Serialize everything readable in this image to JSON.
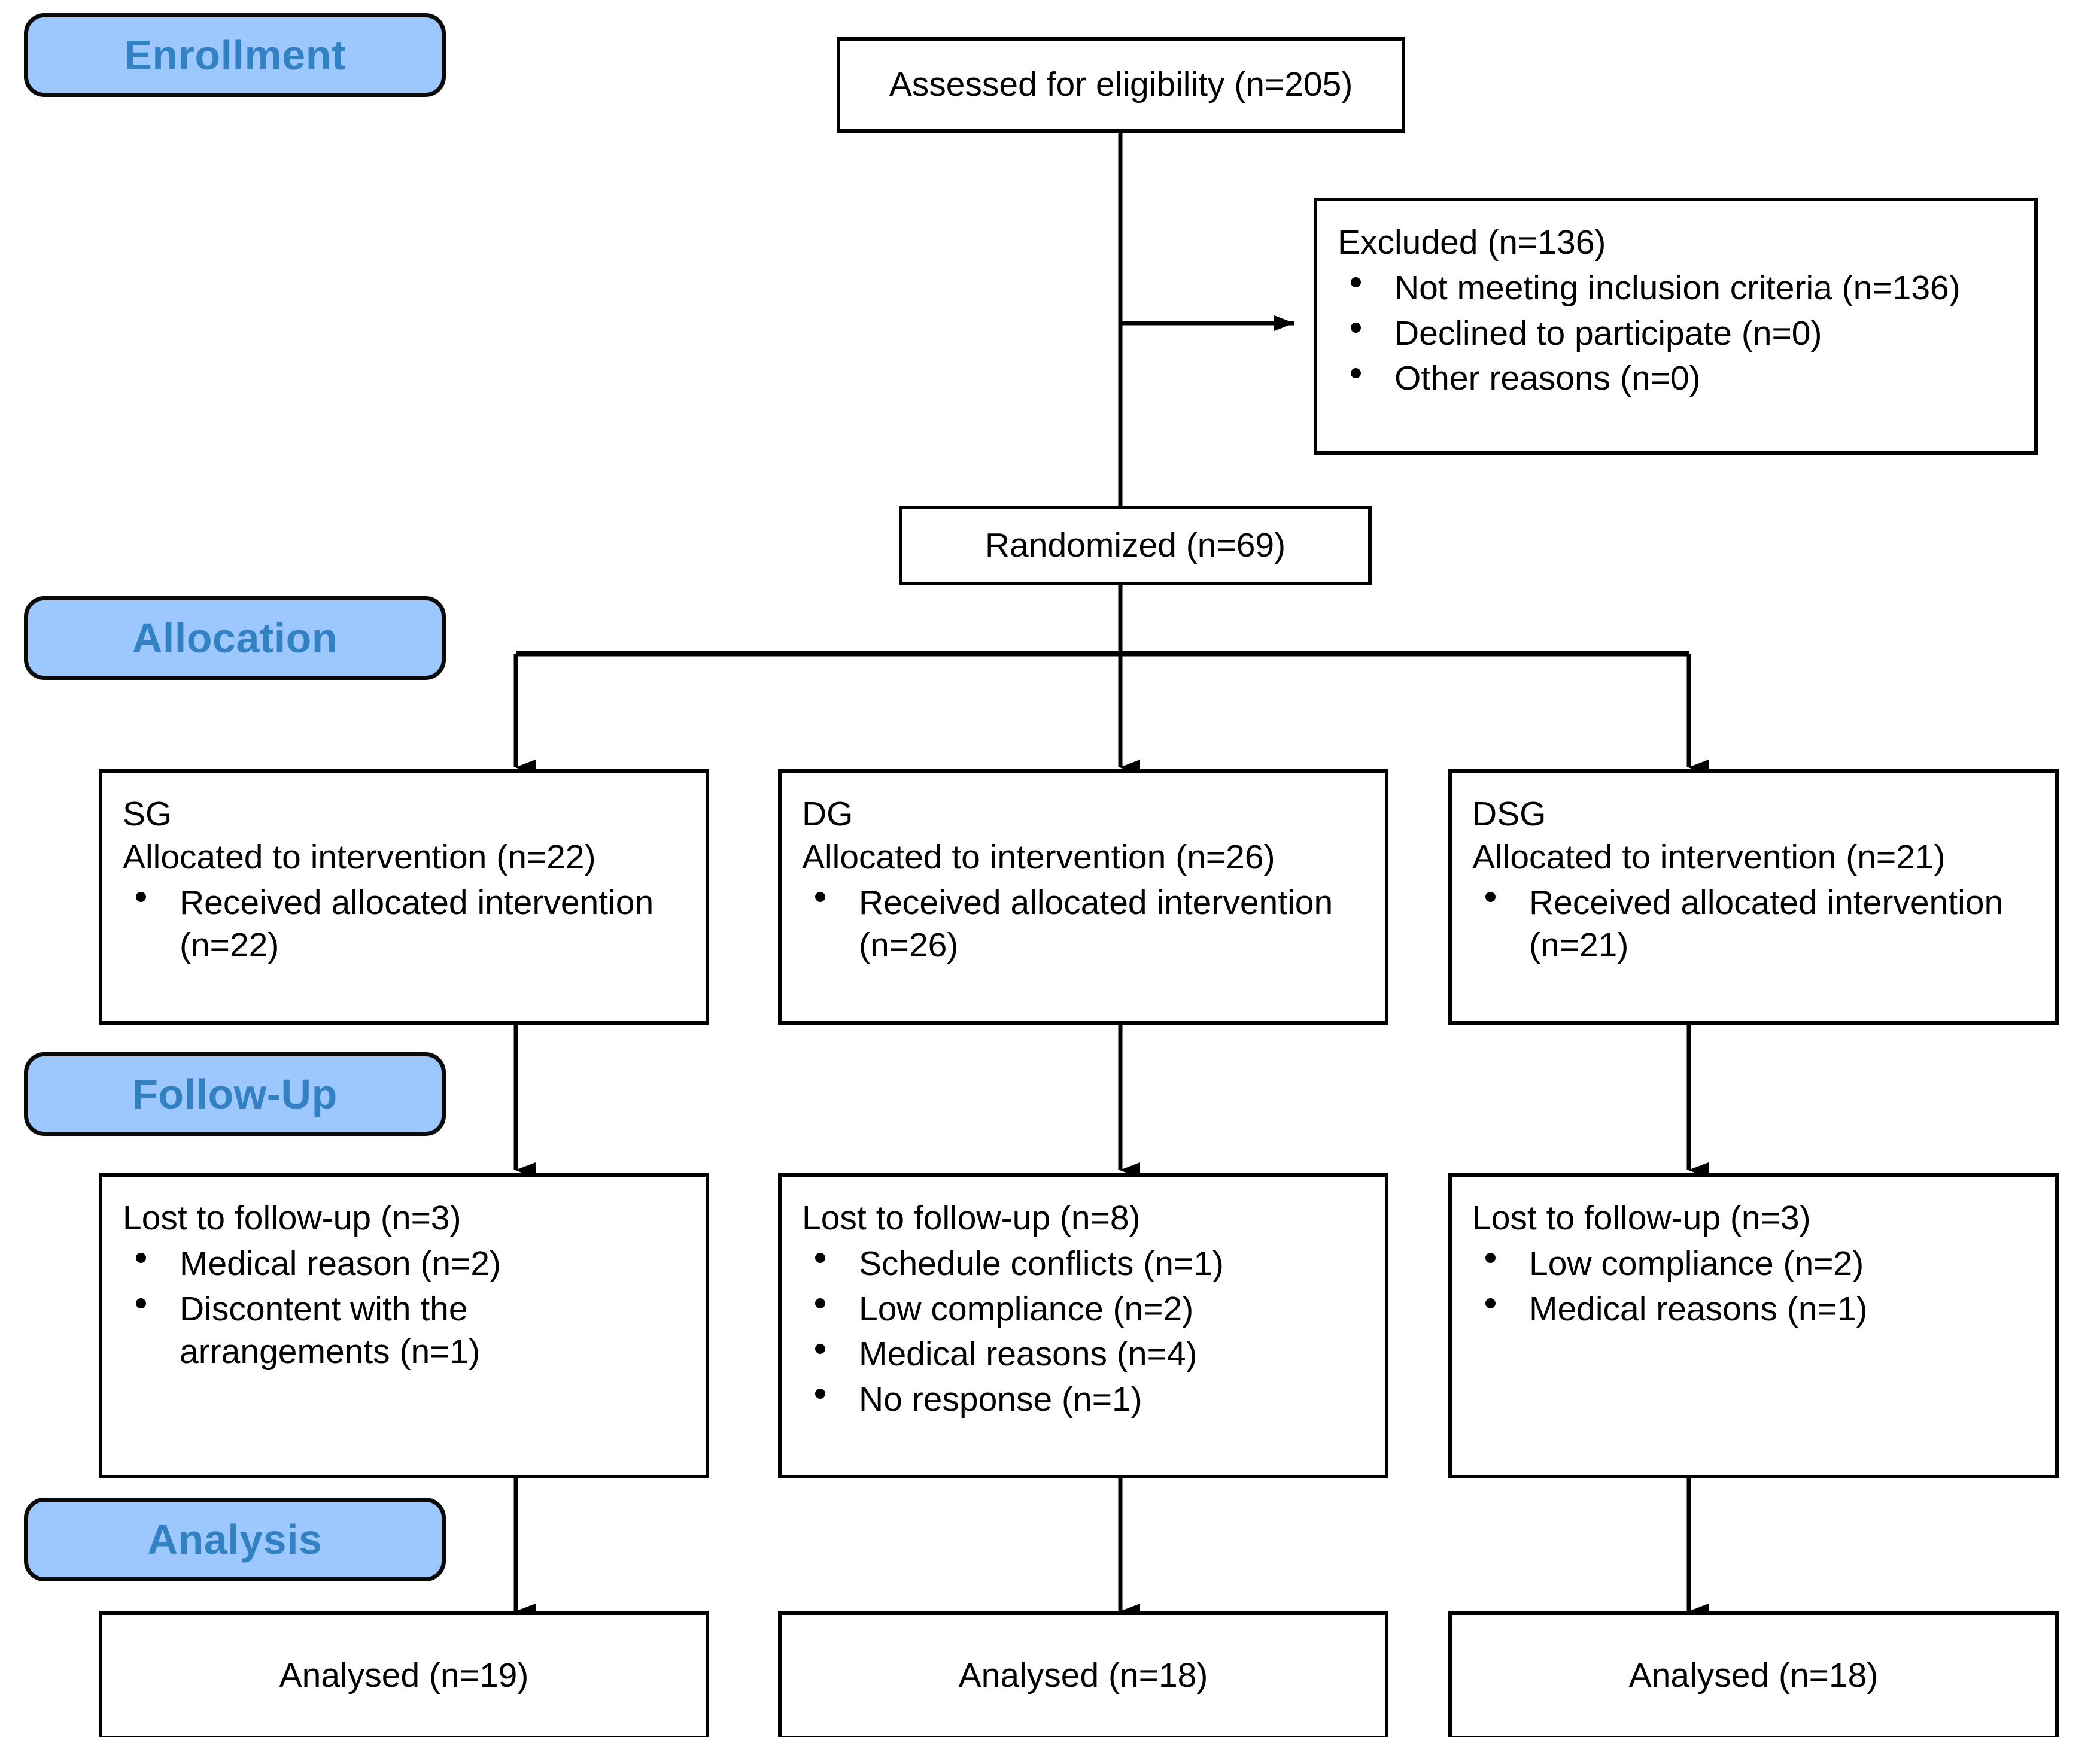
{
  "diagram": {
    "type": "consort-flow-diagram",
    "title": "CONSORT participant flow",
    "colors": {
      "stage_badge_fill": "#9CC8FF",
      "stage_badge_border": "#000000",
      "stage_badge_text": "#3181C3",
      "box_border": "#000000",
      "box_fill": "#FFFFFF",
      "connector": "#000000"
    }
  },
  "stages": {
    "enrollment": "Enrollment",
    "allocation": "Allocation",
    "followup": "Follow-Up",
    "analysis": "Analysis"
  },
  "enrollment": {
    "assessed": "Assessed for eligibility (n=205)",
    "excluded": {
      "heading": "Excluded (n=136)",
      "reasons": [
        "Not meeting inclusion criteria (n=136)",
        "Declined to participate (n=0)",
        "Other reasons (n=0)"
      ]
    },
    "randomized": "Randomized (n=69)"
  },
  "arms": [
    {
      "group": "SG",
      "allocation": {
        "group_label": "SG",
        "allocated": "Allocated to intervention (n=22)",
        "bullets": [
          "Received allocated intervention (n=22)"
        ]
      },
      "followup": {
        "heading": "Lost to follow-up (n=3)",
        "reasons": [
          "Medical reason (n=2)",
          "Discontent with the arrangements (n=1)"
        ]
      },
      "analysis": "Analysed (n=19)"
    },
    {
      "group": "DG",
      "allocation": {
        "group_label": "DG",
        "allocated": "Allocated to intervention (n=26)",
        "bullets": [
          "Received allocated intervention (n=26)"
        ]
      },
      "followup": {
        "heading": "Lost to follow-up (n=8)",
        "reasons": [
          "Schedule conflicts (n=1)",
          "Low compliance (n=2)",
          "Medical reasons (n=4)",
          "No response (n=1)"
        ]
      },
      "analysis": "Analysed (n=18)"
    },
    {
      "group": "DSG",
      "allocation": {
        "group_label": "DSG",
        "allocated": "Allocated to intervention (n=21)",
        "bullets": [
          "Received allocated intervention (n=21)"
        ]
      },
      "followup": {
        "heading": "Lost to follow-up (n=3)",
        "reasons": [
          "Low compliance (n=2)",
          "Medical reasons (n=1)"
        ]
      },
      "analysis": "Analysed (n=18)"
    }
  ]
}
